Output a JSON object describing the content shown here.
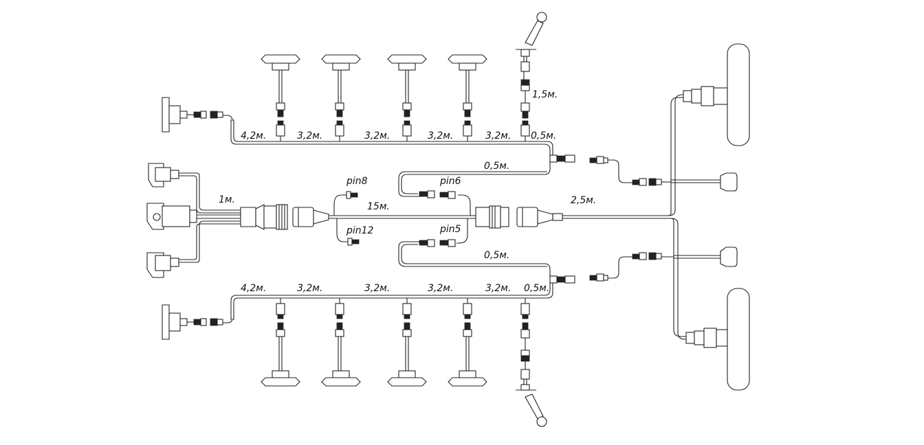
{
  "labels": {
    "top_seg_1": "4,2м.",
    "top_seg_2": "3,2м.",
    "top_seg_3": "3,2м.",
    "top_seg_4": "3,2м.",
    "top_seg_5": "3,2м.",
    "top_seg_6": "0,5м.",
    "top_branch": "1,5м.",
    "top_link": "0,5м.",
    "bot_seg_1": "4,2м.",
    "bot_seg_2": "3,2м.",
    "bot_seg_3": "3,2м.",
    "bot_seg_4": "3,2м.",
    "bot_seg_5": "3,2м.",
    "bot_seg_6": "0,5м.",
    "bot_link": "0,5м.",
    "left_cable": "1м.",
    "main_cable": "15м.",
    "rear_cable": "2,5м.",
    "pin8": "pin8",
    "pin12": "pin12",
    "pin6": "pin6",
    "pin5": "pin5"
  }
}
